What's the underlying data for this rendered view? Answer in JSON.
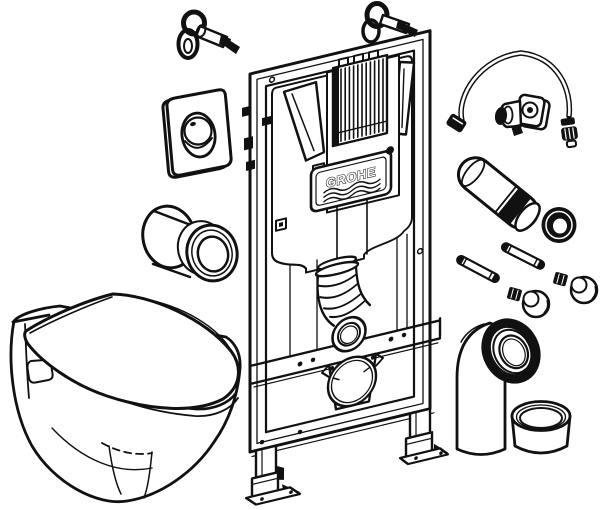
{
  "figure": {
    "kind": "exploded-parts-diagram",
    "subject": "Wall-hung toilet installation set with concealed cistern frame",
    "background_color": "#ffffff",
    "line_color": "#111111"
  },
  "brand": {
    "cistern_label": "GROHE"
  },
  "parts": [
    {
      "key": "wall-anchor-left",
      "name": "Wall anchor with bolt"
    },
    {
      "key": "wall-anchor-right",
      "name": "Wall anchor with bolt"
    },
    {
      "key": "flush-actuation-plate",
      "name": "Flush actuation plate with oval button"
    },
    {
      "key": "flush-pipe-sleeve",
      "name": "Flush pipe sleeve connector"
    },
    {
      "key": "wall-hung-toilet",
      "name": "Wall-hung toilet bowl with seat and lid"
    },
    {
      "key": "installation-frame",
      "name": "Installation frame with concealed cistern"
    },
    {
      "key": "cistern-flush-valve",
      "name": "Flush valve box in cistern service window"
    },
    {
      "key": "cistern-label",
      "name": "GROHE logo plate on cistern"
    },
    {
      "key": "water-supply-hose",
      "name": "Flexible water supply hose with angle valve"
    },
    {
      "key": "flush-pipe",
      "name": "Flush pipe with seal band"
    },
    {
      "key": "seal-ring",
      "name": "Rubber seal ring"
    },
    {
      "key": "threaded-rod-1",
      "name": "Threaded fixing rod"
    },
    {
      "key": "threaded-rod-2",
      "name": "Threaded fixing rod"
    },
    {
      "key": "hex-nut-1",
      "name": "Fixing nut"
    },
    {
      "key": "hex-nut-2",
      "name": "Fixing nut"
    },
    {
      "key": "cover-cap-1",
      "name": "Dome cover cap"
    },
    {
      "key": "cover-cap-2",
      "name": "Dome cover cap"
    },
    {
      "key": "drain-elbow",
      "name": "Drain outlet elbow bend"
    },
    {
      "key": "protection-cap",
      "name": "Protection cap / socket plug"
    }
  ]
}
